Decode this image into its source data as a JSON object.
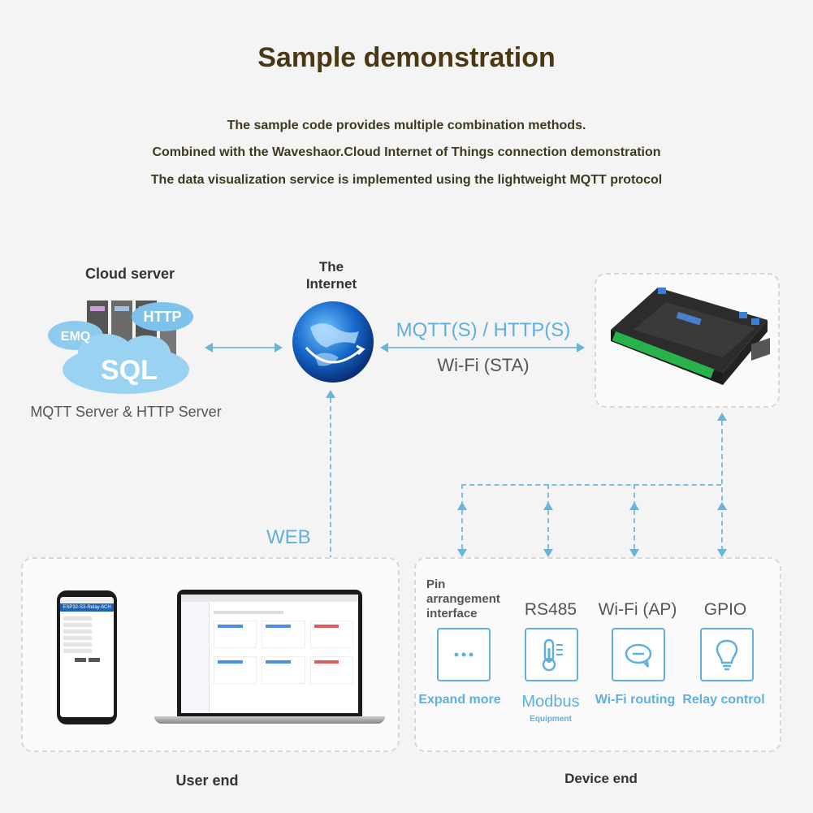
{
  "header": {
    "title": "Sample demonstration",
    "lines": [
      "The sample code provides multiple combination methods.",
      "Combined with the Waveshaor.Cloud Internet of Things connection demonstration",
      "The data visualization service is implemented using the lightweight MQTT protocol"
    ]
  },
  "cloud": {
    "title": "Cloud server",
    "tags": {
      "http": "HTTP",
      "emq": "EMQ",
      "sql": "SQL"
    },
    "caption": "MQTT Server & HTTP Server"
  },
  "internet": {
    "label_line1": "The",
    "label_line2": "Internet"
  },
  "link": {
    "protocol": "MQTT(S) / HTTP(S)",
    "mode": "Wi-Fi (STA)"
  },
  "web_label": "WEB",
  "user_end": {
    "label": "User end",
    "phone_app_title": "ESP32-S3-Relay-6CH"
  },
  "device_end": {
    "label": "Device end",
    "items": [
      {
        "top": "Pin arrangement interface",
        "bottom": "Expand more",
        "icon": "more-icon"
      },
      {
        "top": "RS485",
        "bottom": "Modbus",
        "bottom2": "Equipment",
        "icon": "thermometer-icon"
      },
      {
        "top": "Wi-Fi (AP)",
        "bottom": "Wi-Fi routing",
        "icon": "chat-icon"
      },
      {
        "top": "GPIO",
        "bottom": "Relay control",
        "icon": "bulb-icon"
      }
    ]
  },
  "colors": {
    "accent": "#5fb0dc",
    "title": "#4a3812",
    "text_dark": "#333333"
  }
}
